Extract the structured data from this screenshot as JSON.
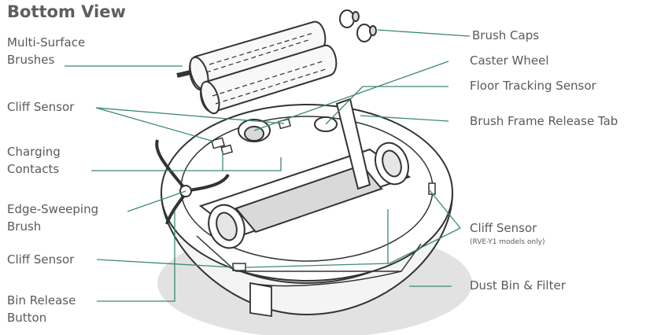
{
  "title": "Bottom View",
  "labels": {
    "multi_surface_brushes_1": "Multi-Surface",
    "multi_surface_brushes_2": "Brushes",
    "cliff_sensor_top": "Cliff Sensor",
    "charging_contacts_1": "Charging",
    "charging_contacts_2": "Contacts",
    "edge_sweeping_brush_1": "Edge-Sweeping",
    "edge_sweeping_brush_2": "Brush",
    "cliff_sensor_bottom": "Cliff Sensor",
    "bin_release_button_1": "Bin Release",
    "bin_release_button_2": "Button",
    "brush_caps": "Brush Caps",
    "caster_wheel": "Caster Wheel",
    "floor_tracking_sensor": "Floor Tracking Sensor",
    "brush_frame_release_tab": "Brush Frame Release Tab",
    "cliff_sensor_right": "Cliff Sensor",
    "cliff_sensor_right_note": "(RVE-Y1 models only)",
    "dust_bin_filter": "Dust Bin & Filter"
  },
  "colors": {
    "leader_line": "#3d8a6a",
    "outline": "#333333",
    "text": "#5a5a5a",
    "shadow": "#e2e2e2"
  }
}
